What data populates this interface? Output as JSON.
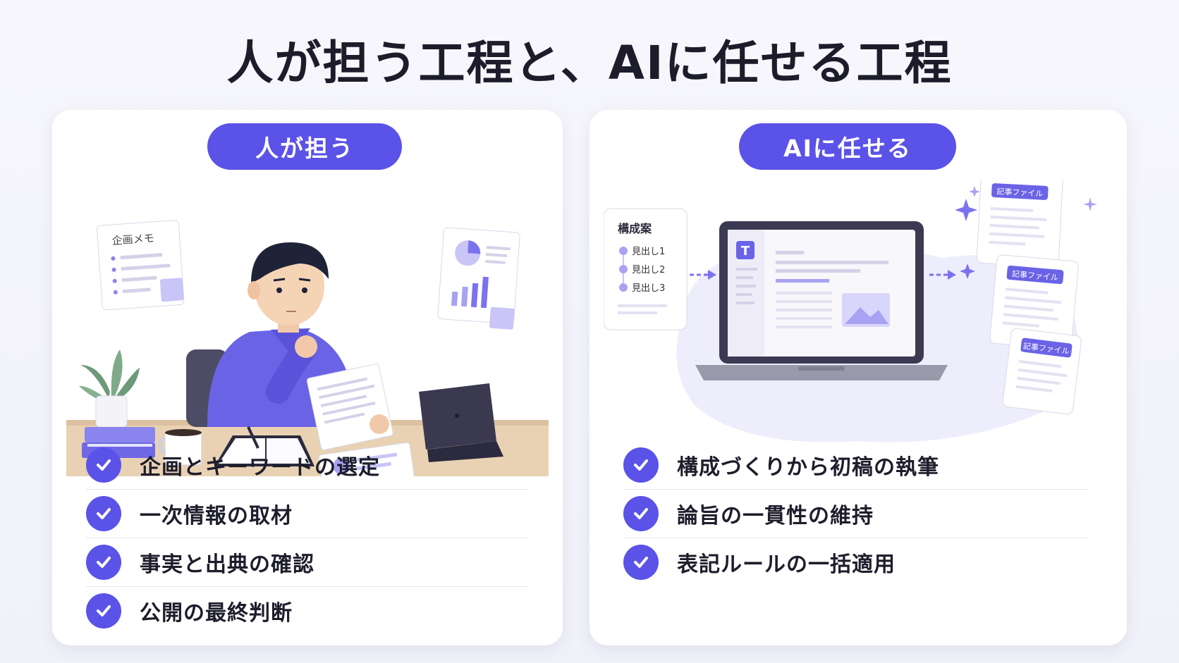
{
  "title": "人が担う工程と、AIに任せる工程",
  "human": {
    "heading": "人が担う",
    "memo_label": "企画メモ",
    "items": [
      {
        "label": "企画とキーワードの選定"
      },
      {
        "label": "一次情報の取材"
      },
      {
        "label": "事実と出典の確認"
      },
      {
        "label": "公開の最終判断"
      }
    ]
  },
  "ai": {
    "heading": "AIに任せる",
    "outline_title": "構成案",
    "outline_items": [
      "見出し1",
      "見出し2",
      "見出し3"
    ],
    "file_label": "記事ファイル",
    "editor_logo": "T",
    "items": [
      {
        "label": "構成づくりから初稿の執筆"
      },
      {
        "label": "論旨の一貫性の維持"
      },
      {
        "label": "表記ルールの一括適用"
      }
    ]
  },
  "colors": {
    "accent": "#5b52e8",
    "light_accent": "#c9c5f7"
  }
}
